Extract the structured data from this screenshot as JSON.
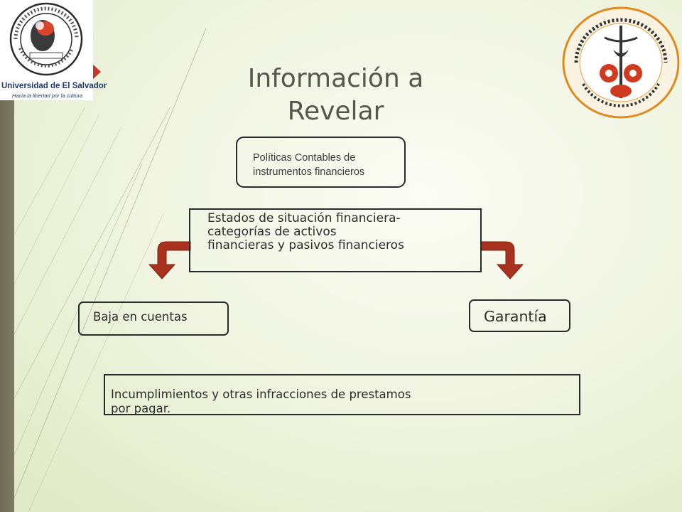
{
  "title": {
    "line1": "Información a",
    "line2": "Revelar"
  },
  "logos": {
    "left": {
      "name": "Universidad de El Salvador",
      "motto": "Hacia la libertad por la cultura",
      "icon": "university-seal-icon"
    },
    "right": {
      "icon": "faculty-seal-icon"
    }
  },
  "diagram": {
    "policies": {
      "line1": "Políticas Contables de",
      "line2": "instrumentos financieros"
    },
    "statements": {
      "line1": "Estados de situación financiera-",
      "line2": "categorías de activos",
      "line3": "financieras y pasivos financieros"
    },
    "derecognition": "Baja en cuentas",
    "collateral": "Garantía",
    "defaults": {
      "line1": "Incumplimientos y otras infracciones de prestamos",
      "line2": "por pagar."
    }
  },
  "colors": {
    "arrow": "#a8321e",
    "text": "#2b2b2b",
    "title": "#55574d",
    "sidebar": "#746f58",
    "accent": "#c0392b",
    "brand_blue": "#1e3a6e"
  }
}
